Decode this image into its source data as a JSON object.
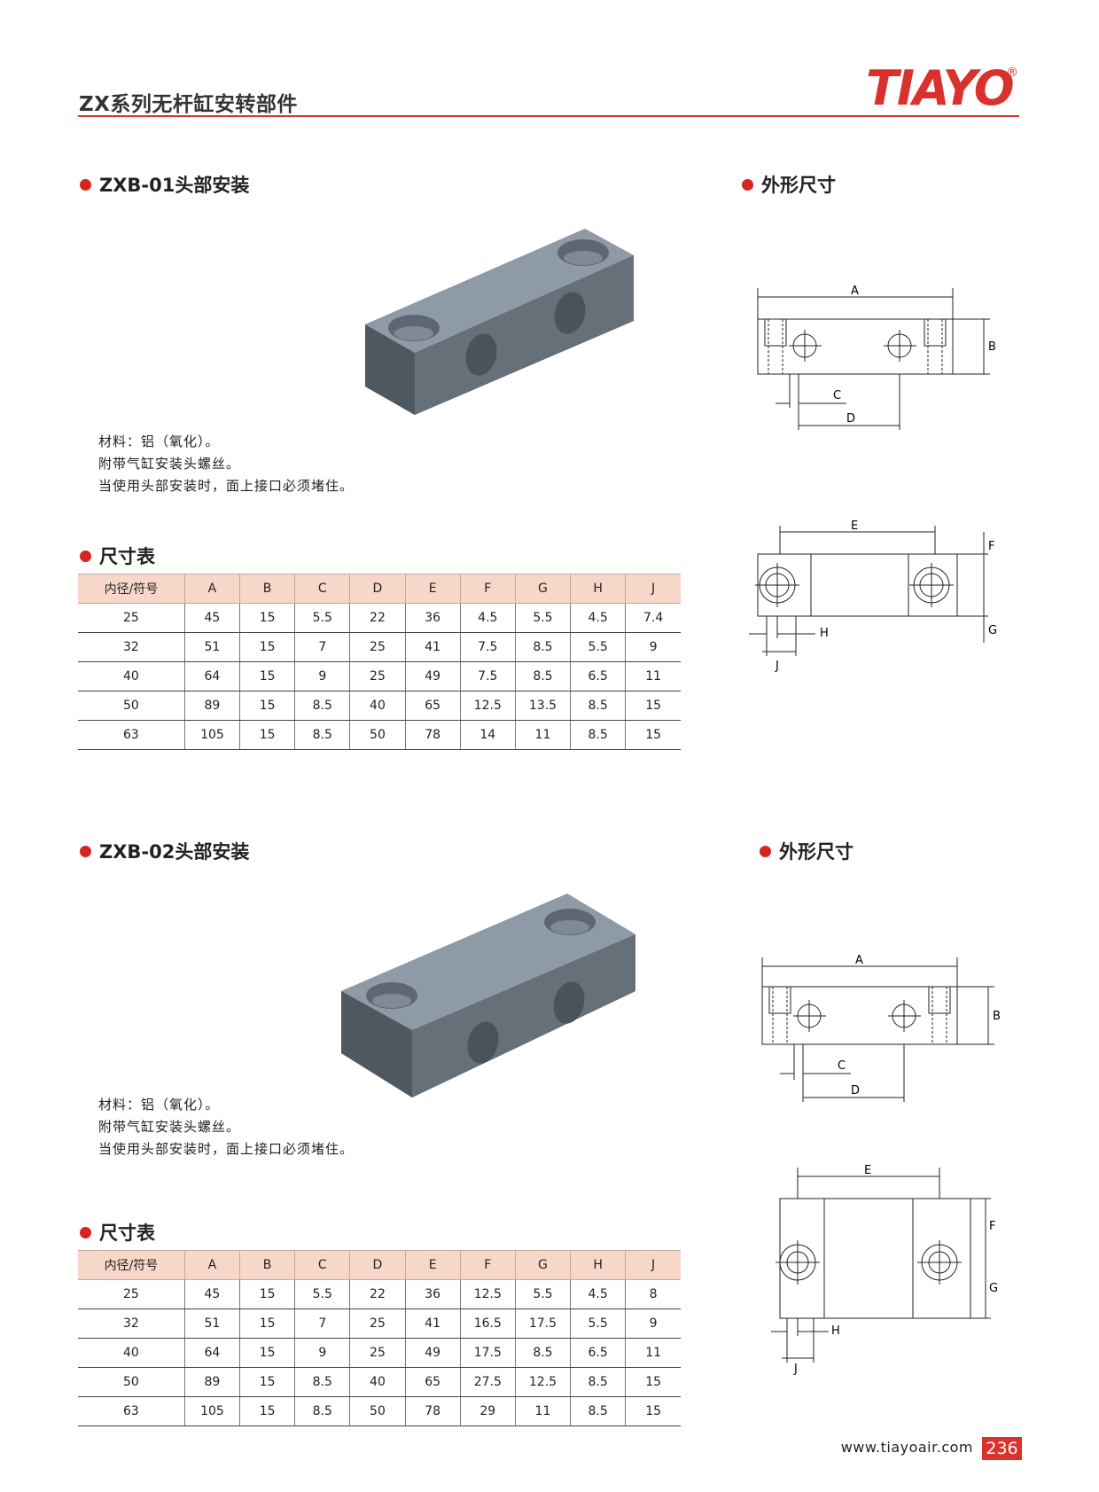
{
  "header": {
    "title": "ZX系列无杆缸安转部件",
    "brand": "TIAYO",
    "registered_mark": "®"
  },
  "colors": {
    "accent_red": "#d9322e",
    "table_header_bg": "#f7d7c9",
    "block_top": "#8e9aa6",
    "block_front": "#5a626c",
    "block_side": "#707a84"
  },
  "sections": [
    {
      "title": "ZXB-01头部安装",
      "outline_title": "外形尺寸",
      "notes": [
        "材料：铝（氧化）。",
        "附带气缸安装头螺丝。",
        "当使用头部安装时，面上接口必须堵住。"
      ],
      "table_title": "尺寸表",
      "columns": [
        "内径/符号",
        "A",
        "B",
        "C",
        "D",
        "E",
        "F",
        "G",
        "H",
        "J"
      ],
      "rows": [
        [
          "25",
          "45",
          "15",
          "5.5",
          "22",
          "36",
          "4.5",
          "5.5",
          "4.5",
          "7.4"
        ],
        [
          "32",
          "51",
          "15",
          "7",
          "25",
          "41",
          "7.5",
          "8.5",
          "5.5",
          "9"
        ],
        [
          "40",
          "64",
          "15",
          "9",
          "25",
          "49",
          "7.5",
          "8.5",
          "6.5",
          "11"
        ],
        [
          "50",
          "89",
          "15",
          "8.5",
          "40",
          "65",
          "12.5",
          "13.5",
          "8.5",
          "15"
        ],
        [
          "63",
          "105",
          "15",
          "8.5",
          "50",
          "78",
          "14",
          "11",
          "8.5",
          "15"
        ]
      ],
      "drawing_labels": {
        "A": "A",
        "B": "B",
        "C": "C",
        "D": "D",
        "E": "E",
        "F": "F",
        "G": "G",
        "H": "H",
        "J": "J"
      }
    },
    {
      "title": "ZXB-02头部安装",
      "outline_title": "外形尺寸",
      "notes": [
        "材料：铝（氧化）。",
        "附带气缸安装头螺丝。",
        "当使用头部安装时，面上接口必须堵住。"
      ],
      "table_title": "尺寸表",
      "columns": [
        "内径/符号",
        "A",
        "B",
        "C",
        "D",
        "E",
        "F",
        "G",
        "H",
        "J"
      ],
      "rows": [
        [
          "25",
          "45",
          "15",
          "5.5",
          "22",
          "36",
          "12.5",
          "5.5",
          "4.5",
          "8"
        ],
        [
          "32",
          "51",
          "15",
          "7",
          "25",
          "41",
          "16.5",
          "17.5",
          "5.5",
          "9"
        ],
        [
          "40",
          "64",
          "15",
          "9",
          "25",
          "49",
          "17.5",
          "8.5",
          "6.5",
          "11"
        ],
        [
          "50",
          "89",
          "15",
          "8.5",
          "40",
          "65",
          "27.5",
          "12.5",
          "8.5",
          "15"
        ],
        [
          "63",
          "105",
          "15",
          "8.5",
          "50",
          "78",
          "29",
          "11",
          "8.5",
          "15"
        ]
      ],
      "drawing_labels": {
        "A": "A",
        "B": "B",
        "C": "C",
        "D": "D",
        "E": "E",
        "F": "F",
        "G": "G",
        "H": "H",
        "J": "J"
      }
    }
  ],
  "footer": {
    "url": "www.tiayoair.com",
    "page_number": "236"
  }
}
